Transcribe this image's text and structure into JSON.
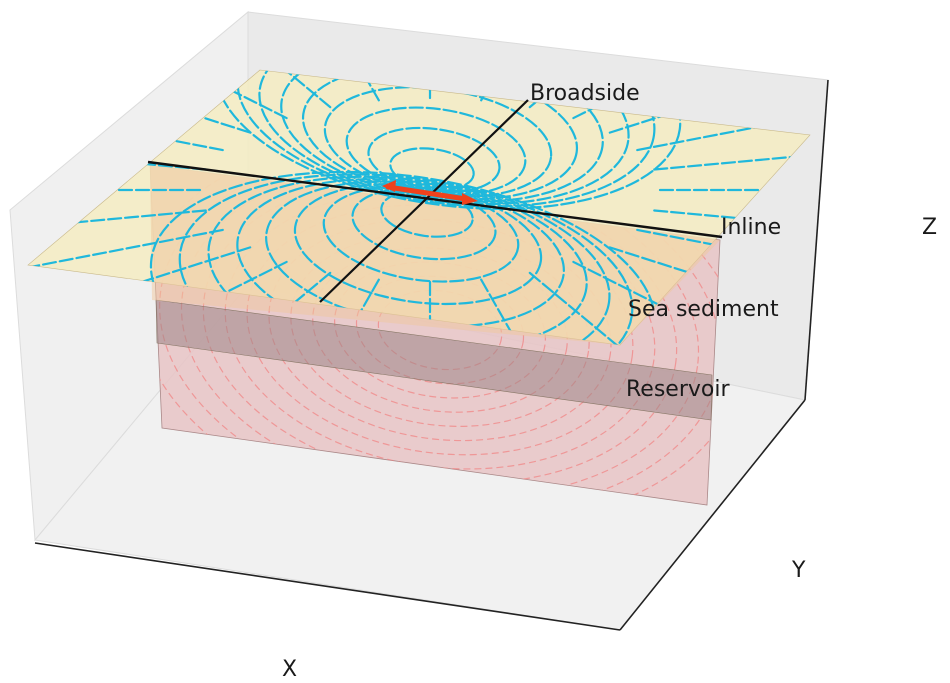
{
  "figure": {
    "labels": {
      "broadside": "Broadside",
      "inline": "Inline",
      "sea_sediment": "Sea sediment",
      "reservoir": "Reservoir"
    },
    "axes": {
      "x": "X",
      "y": "Y",
      "z": "Z"
    }
  },
  "colors": {
    "seafloor_plane": "#f5ecc2",
    "sediment_block": "#e8c4c6",
    "reservoir_layer": "#b9a1a3",
    "surface_field_lines": "#1fb8dc",
    "subsurface_field_lines": "#f08a8a",
    "source_dipole": "#f0421c",
    "survey_lines": "#111111"
  }
}
